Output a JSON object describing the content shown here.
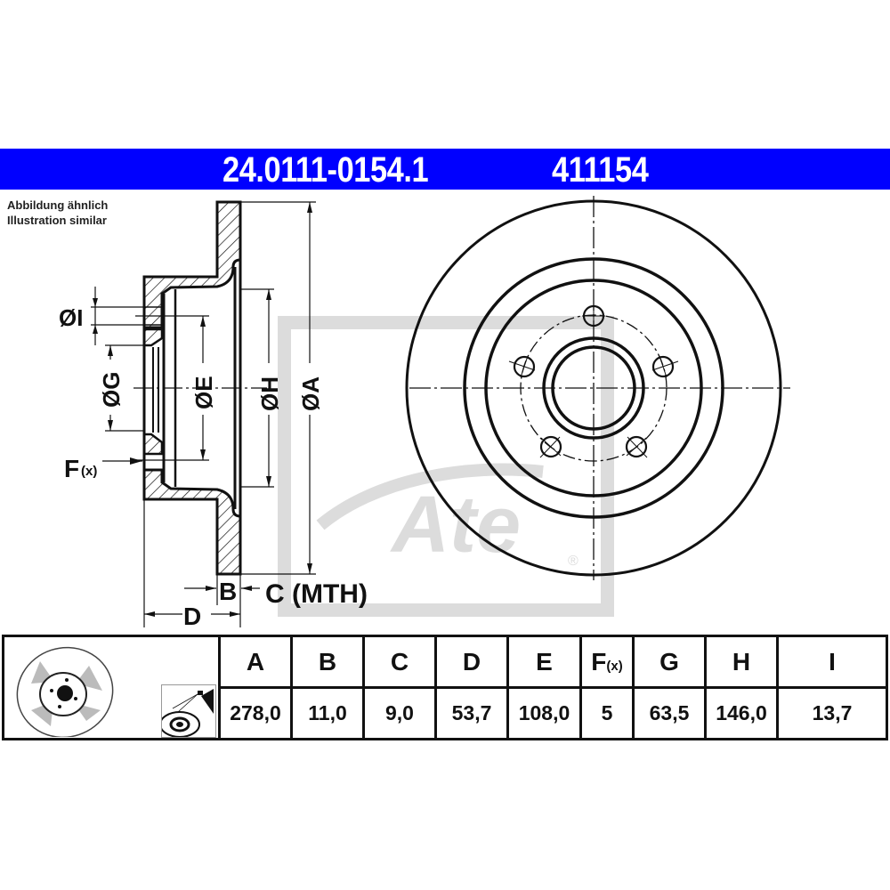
{
  "header": {
    "part_number": "24.0111-0154.1",
    "ref_number": "411154",
    "background_color": "#0000ff",
    "text_color": "#ffffff"
  },
  "caption": {
    "line1": "Abbildung ähnlich",
    "line2": "Illustration similar"
  },
  "section_labels": {
    "I": "ØI",
    "G": "ØG",
    "E": "ØE",
    "H": "ØH",
    "A": "ØA",
    "F": "F",
    "F_sub": "(x)",
    "B": "B",
    "C": "C (MTH)",
    "D": "D"
  },
  "watermark": {
    "brand": "Ate",
    "registered": "®",
    "color": "#d9d9d9"
  },
  "table": {
    "icons": [
      "brake-disc-thumbnail",
      "spray-coating-icon"
    ],
    "columns": [
      {
        "key": "A",
        "label": "A",
        "value": "278,0"
      },
      {
        "key": "B",
        "label": "B",
        "value": "11,0"
      },
      {
        "key": "C",
        "label": "C",
        "value": "9,0"
      },
      {
        "key": "D",
        "label": "D",
        "value": "53,7"
      },
      {
        "key": "E",
        "label": "E",
        "value": "108,0"
      },
      {
        "key": "F",
        "label": "F",
        "label_sub": "(x)",
        "value": "5"
      },
      {
        "key": "G",
        "label": "G",
        "value": "63,5"
      },
      {
        "key": "H",
        "label": "H",
        "value": "146,0"
      },
      {
        "key": "I",
        "label": "I",
        "value": "13,7"
      }
    ]
  }
}
